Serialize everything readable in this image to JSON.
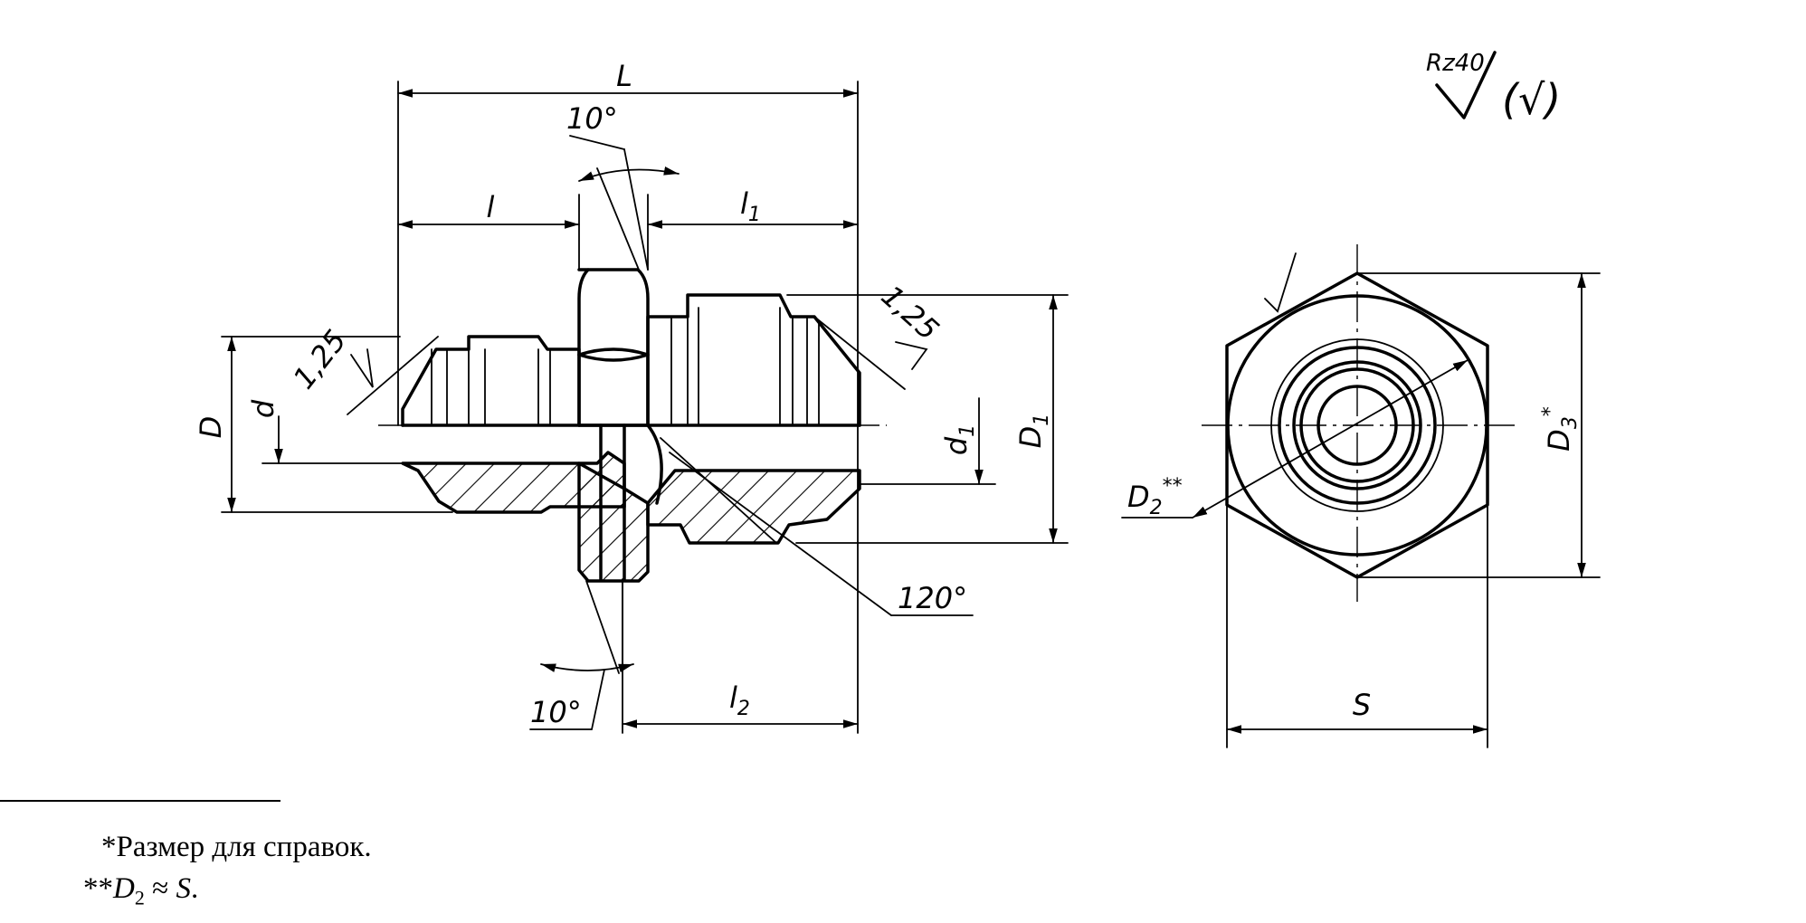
{
  "roughness": {
    "symbol": "Rz40",
    "bracket_symbol": "(√)"
  },
  "dimensions": {
    "L": "L",
    "l": "l",
    "l1": {
      "base": "l",
      "sub": "1"
    },
    "l2": {
      "base": "l",
      "sub": "2"
    },
    "D": "D",
    "d": "d",
    "d1": {
      "base": "d",
      "sub": "1"
    },
    "D1": {
      "base": "D",
      "sub": "1"
    },
    "D2": {
      "base": "D",
      "sub": "2",
      "sup": "**"
    },
    "D3": {
      "base": "D",
      "sub": "3",
      "sup": "*"
    },
    "S": "S"
  },
  "angles": {
    "top_angle": "10°",
    "bottom_angle": "10°",
    "cone_angle": "120°"
  },
  "chamfers": {
    "left": "1,25",
    "right": "1,25"
  },
  "footnotes": {
    "note1": "*Размер для справок.",
    "note2_prefix": "**",
    "note2_base": "D",
    "note2_sub": "2",
    "note2_rest": " ≈ ",
    "note2_value": "S",
    "note2_end": "."
  }
}
